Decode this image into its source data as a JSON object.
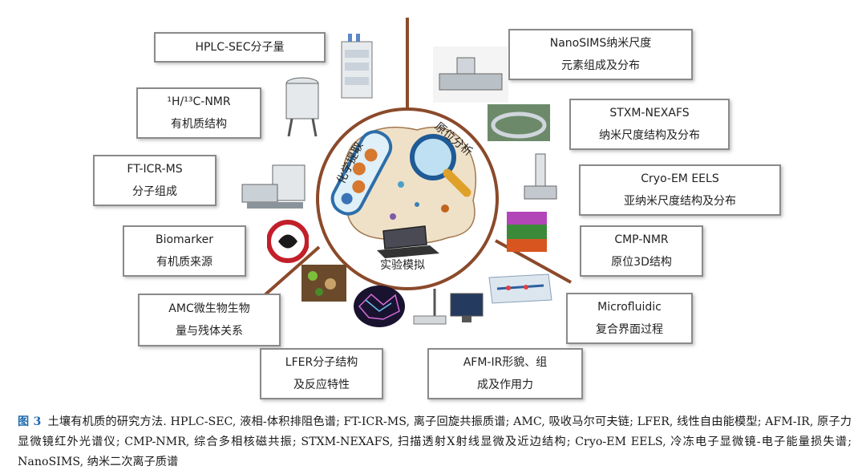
{
  "center": {
    "labels": [
      "化学提取",
      "原位分析",
      "实验模拟"
    ]
  },
  "methods": {
    "hplc_sec": [
      "HPLC-SEC分子量"
    ],
    "nmr": [
      "¹H/¹³C-NMR",
      "有机质结构"
    ],
    "ft_icr_ms": [
      "FT-ICR-MS",
      "分子组成"
    ],
    "biomarker": [
      "Biomarker",
      "有机质来源"
    ],
    "amc": [
      "AMC微生物生物",
      "量与残体关系"
    ],
    "lfer": [
      "LFER分子结构",
      "及反应特性"
    ],
    "afm_ir": [
      "AFM-IR形貌、组",
      "成及作用力"
    ],
    "microfluidic": [
      "Microfluidic",
      "复合界面过程"
    ],
    "cmp_nmr": [
      "CMP-NMR",
      "原位3D结构"
    ],
    "cryo_em": [
      "Cryo-EM EELS",
      "亚纳米尺度结构及分布"
    ],
    "stxm": [
      "STXM-NEXAFS",
      "纳米尺度结构及分布"
    ],
    "nanosims": [
      "NanoSIMS纳米尺度",
      "元素组成及分布"
    ]
  },
  "caption": {
    "figure_label": "图 3",
    "text": "土壤有机质的研究方法. HPLC-SEC, 液相-体积排阻色谱; FT-ICR-MS, 离子回旋共振质谱; AMC, 吸收马尔可夫链; LFER, 线性自由能模型; AFM-IR, 原子力显微镜红外光谱仪; CMP-NMR, 综合多相核磁共振; STXM-NEXAFS, 扫描透射X射线显微及近边结构; Cryo-EM EELS, 冷冻电子显微镜-电子能量损失谱; NanoSIMS, 纳米二次离子质谱"
  },
  "colors": {
    "divider": "#8b4a2b",
    "box_border": "#8a8a8a",
    "caption_label": "#1f6bb0"
  }
}
